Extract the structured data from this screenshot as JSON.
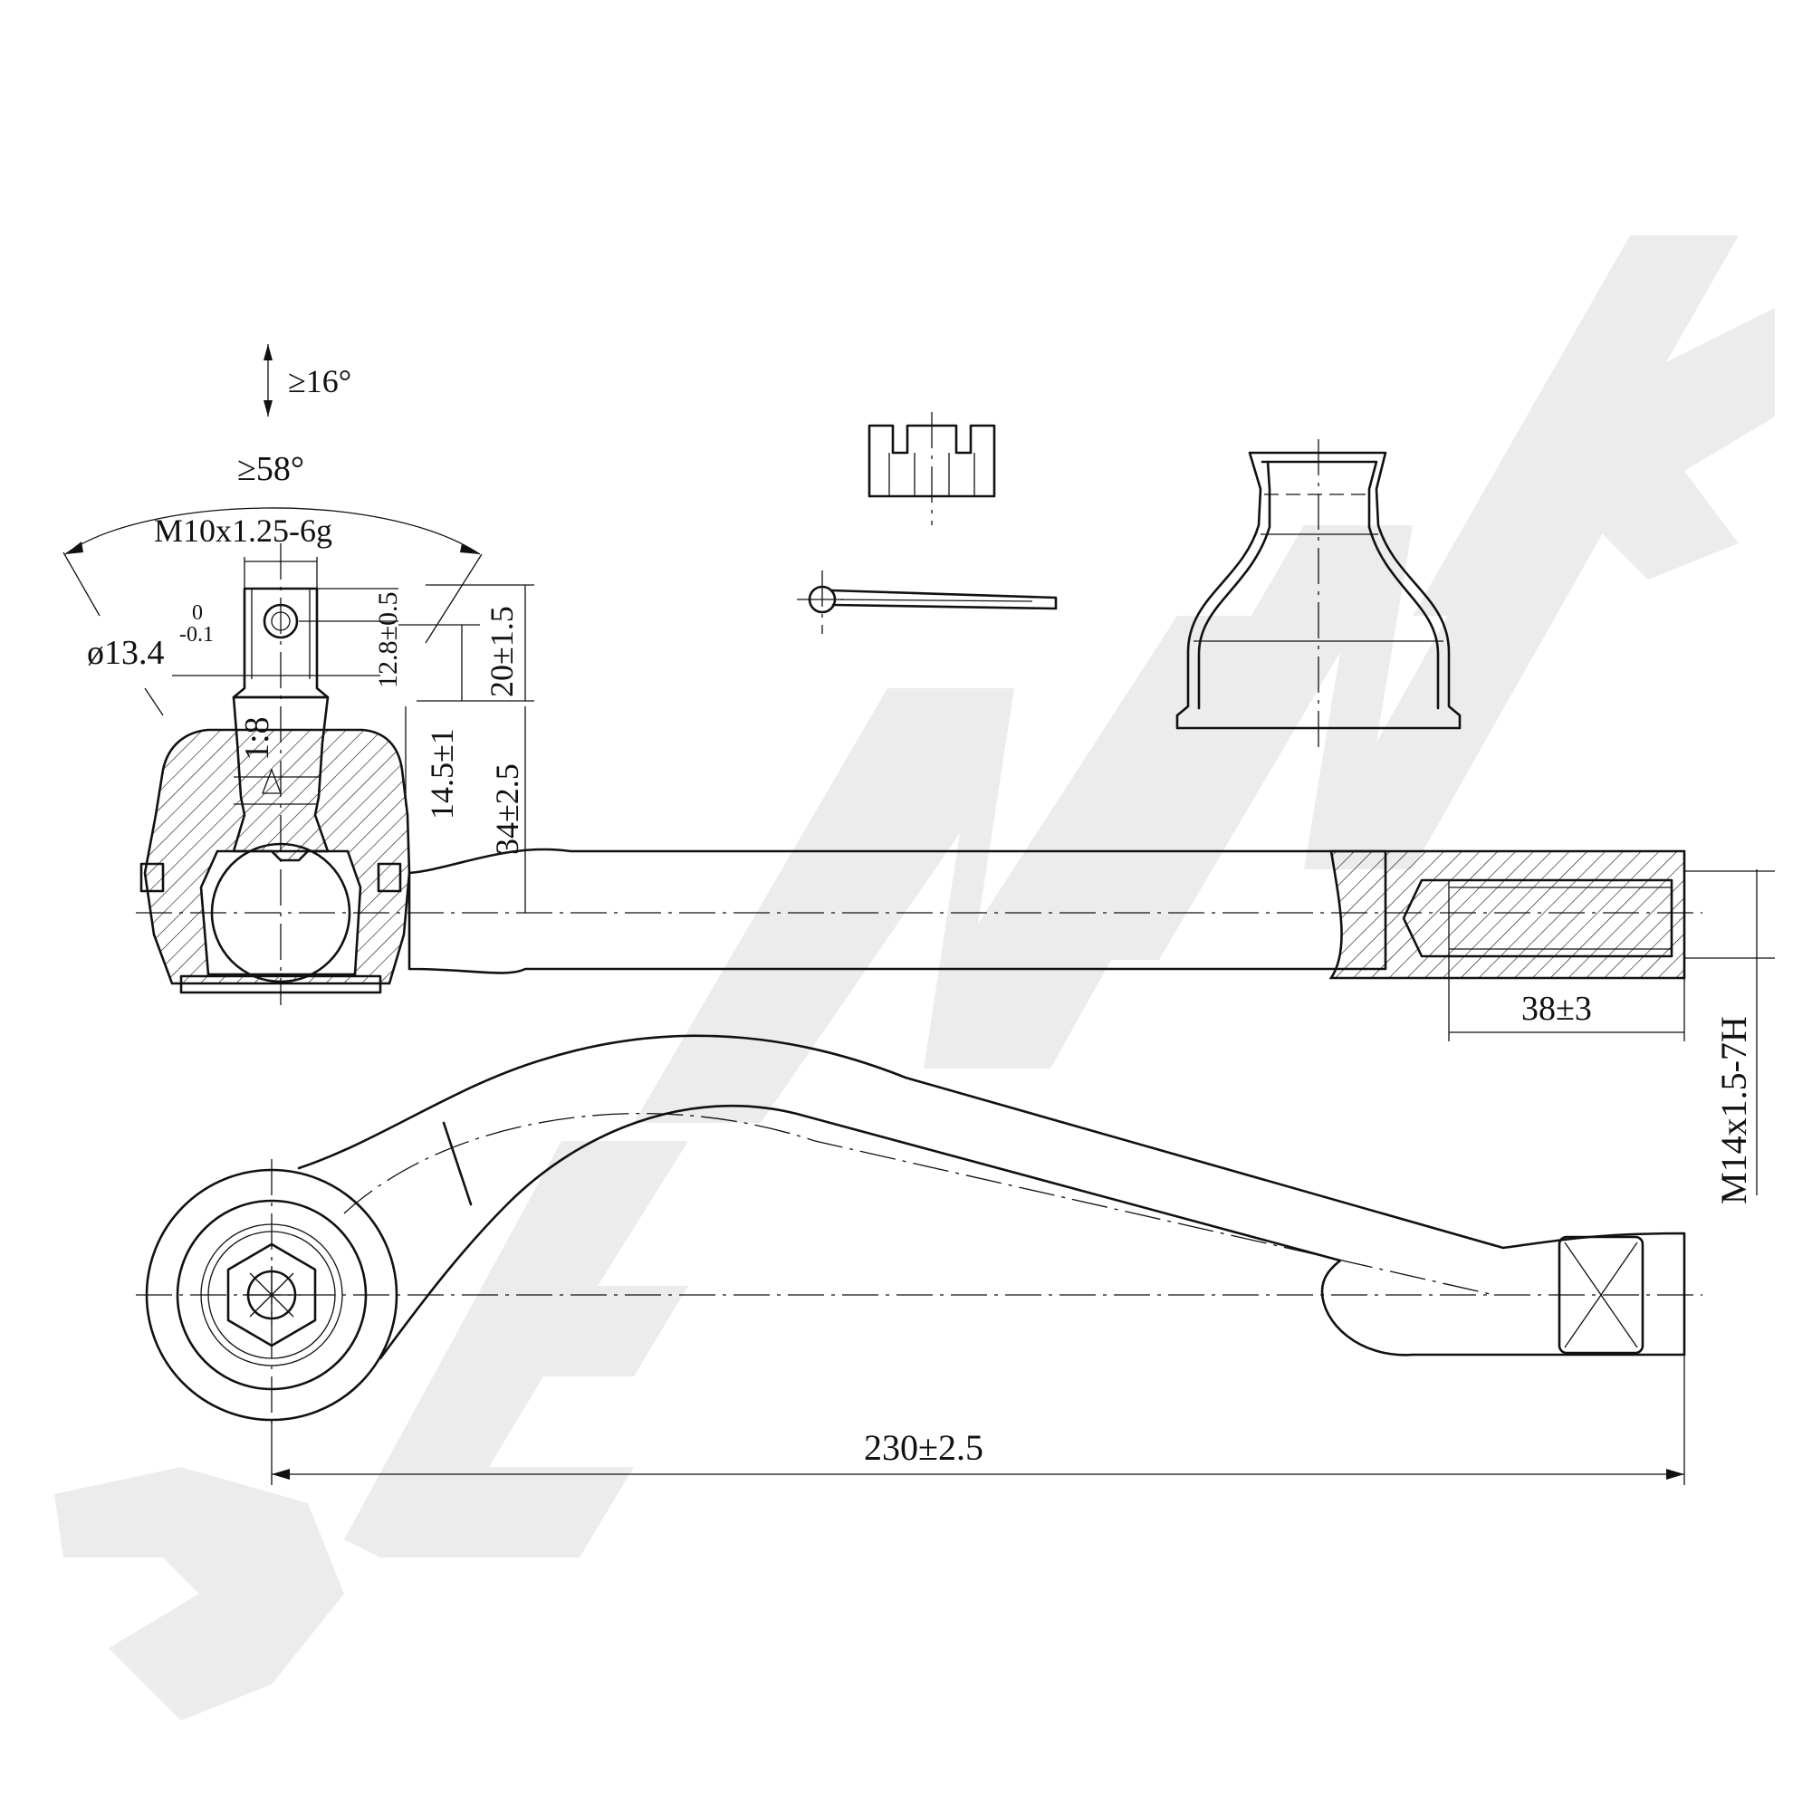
{
  "watermark": {
    "text": "ZENNEK",
    "color": "#ececec"
  },
  "colors": {
    "line": "#111111",
    "background": "#ffffff"
  },
  "labels": {
    "tilt_angle": "≥16°",
    "swing_angle": "≥58°",
    "stud_thread": "M10x1.25-6g",
    "stud_diameter_main": "ø13.4",
    "stud_diameter_tol_upper": "0",
    "stud_diameter_tol_lower": "-0.1",
    "pin_hole_height": "12.8±0.5",
    "stud_length": "20±1.5",
    "taper_length": "14.5±1",
    "stud_height_total": "34±2.5",
    "taper_ratio": "1:8",
    "thread_depth": "38±3",
    "inner_thread": "M14x1.5-7H",
    "overall_length": "230±2.5"
  },
  "components": {
    "castle_nut": "castle-nut",
    "cotter_pin": "cotter-pin",
    "dust_boot": "dust-boot",
    "side_view": "tie-rod-end-side-view",
    "top_view": "tie-rod-end-top-view"
  }
}
